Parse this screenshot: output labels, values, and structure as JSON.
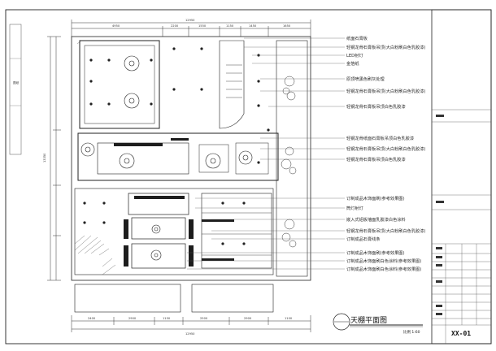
{
  "drawing": {
    "title": "天棚平面图",
    "scale_label": "比例 1:60",
    "drawing_number": "XX-01"
  },
  "annotations": [
    "纸面石膏板",
    "轻钢龙骨石膏板吊顶(大白粉刷白色乳胶漆)",
    "LED射灯",
    "金箔纸",
    "原顶喷黑色刷灰处理",
    "轻钢龙骨石膏板吊顶(大白粉刷白色乳胶漆)",
    "轻钢龙骨石膏板吊顶白色乳胶漆",
    "轻钢龙骨纸面石膏板吊顶白色乳胶漆",
    "轻钢龙骨石膏板吊顶(大白粉刷白色乳胶漆)",
    "轻钢龙骨石膏板吊顶白色乳胶漆",
    "订制成品木饰面刷(参考效果图)",
    "筒灯射灯",
    "嵌入式铝板墙面乳胶漆白色涂料",
    "轻钢龙骨石膏板吊顶(大白粉刷白色乳胶漆)",
    "订制成品石膏线条",
    "订制成品木饰面刷(参考效果图)",
    "订制成品木饰面刷白色涂料(参考效果图)",
    "订制成品木饰面刷白色涂料(参考效果图)"
  ],
  "dimensions": {
    "top_total": "12950",
    "top_segments": [
      "4950",
      "2200",
      "1550",
      "1150",
      "1450",
      "1650"
    ],
    "bottom_total": "12950",
    "bottom_segments": [
      "2400",
      "2900",
      "1150",
      "2500",
      "2900",
      "1100"
    ],
    "left_total": "13350"
  },
  "title_block_cell": "图纸"
}
